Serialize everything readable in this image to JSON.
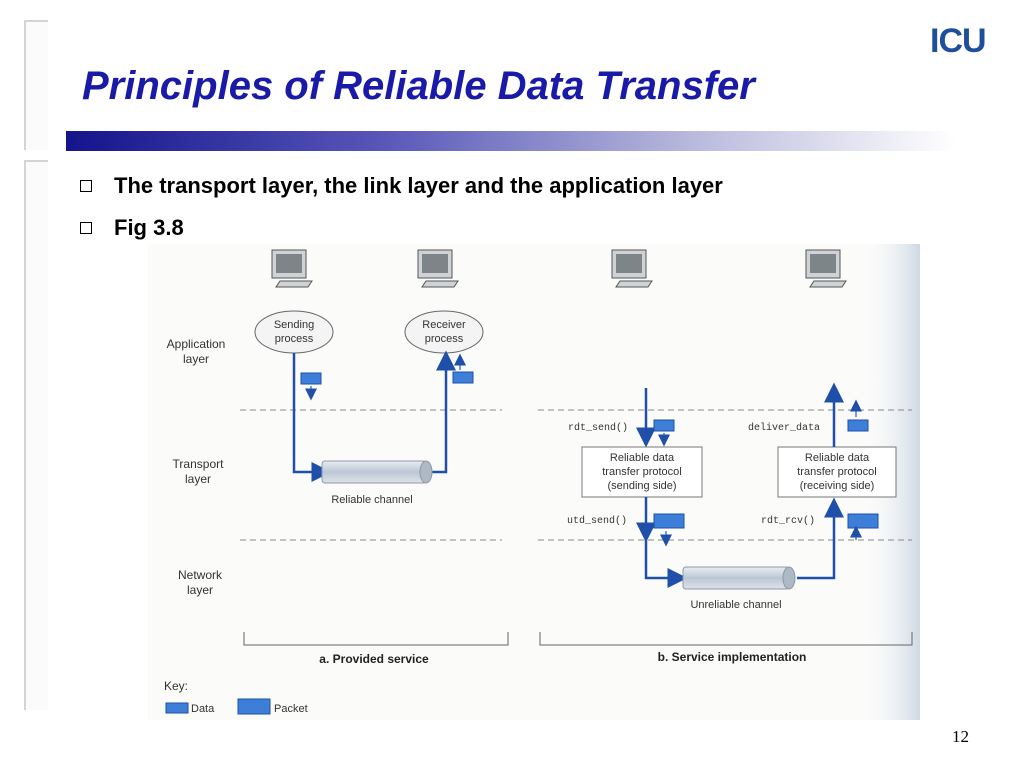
{
  "slide": {
    "title": "Principles of Reliable Data Transfer",
    "logo": "ICU",
    "page_number": "12",
    "bullets": [
      "The transport layer, the link layer and the application layer",
      "Fig 3.8"
    ]
  },
  "diagram": {
    "layers": {
      "application": [
        "Application",
        "layer"
      ],
      "transport": [
        "Transport",
        "layer"
      ],
      "network": [
        "Network",
        "layer"
      ]
    },
    "provided": {
      "sending_process": [
        "Sending",
        "process"
      ],
      "receiver_process": [
        "Receiver",
        "process"
      ],
      "reliable_channel": "Reliable channel",
      "caption": "a. Provided service"
    },
    "implementation": {
      "rdt_send": "rdt_send()",
      "deliver_data": "deliver_data",
      "udt_send": "utd_send()",
      "rdt_rcv": "rdt_rcv()",
      "send_protocol": [
        "Reliable data",
        "transfer protocol",
        "(sending side)"
      ],
      "recv_protocol": [
        "Reliable data",
        "transfer protocol",
        "(receiving side)"
      ],
      "unreliable_channel": "Unreliable channel",
      "caption": "b. Service implementation"
    },
    "key": {
      "label": "Key:",
      "data": "Data",
      "packet": "Packet"
    },
    "colors": {
      "arrow": "#1f4fa8",
      "packet": "#3d7fd8",
      "channel": "#c9d3df"
    }
  }
}
